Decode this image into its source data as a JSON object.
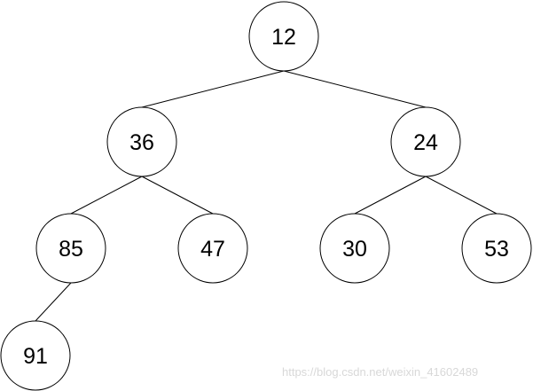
{
  "tree": {
    "nodes": [
      {
        "id": "n12",
        "label": "12"
      },
      {
        "id": "n36",
        "label": "36"
      },
      {
        "id": "n24",
        "label": "24"
      },
      {
        "id": "n85",
        "label": "85"
      },
      {
        "id": "n47",
        "label": "47"
      },
      {
        "id": "n30",
        "label": "30"
      },
      {
        "id": "n53",
        "label": "53"
      },
      {
        "id": "n91",
        "label": "91"
      }
    ],
    "edges": [
      {
        "from": "n12",
        "to": "n36"
      },
      {
        "from": "n12",
        "to": "n24"
      },
      {
        "from": "n36",
        "to": "n85"
      },
      {
        "from": "n36",
        "to": "n47"
      },
      {
        "from": "n24",
        "to": "n30"
      },
      {
        "from": "n24",
        "to": "n53"
      },
      {
        "from": "n85",
        "to": "n91"
      }
    ]
  },
  "watermark": "https://blog.csdn.net/weixin_41602489",
  "colors": {
    "stroke": "#000000",
    "fill": "#ffffff",
    "watermark": "#d8d8d8"
  }
}
